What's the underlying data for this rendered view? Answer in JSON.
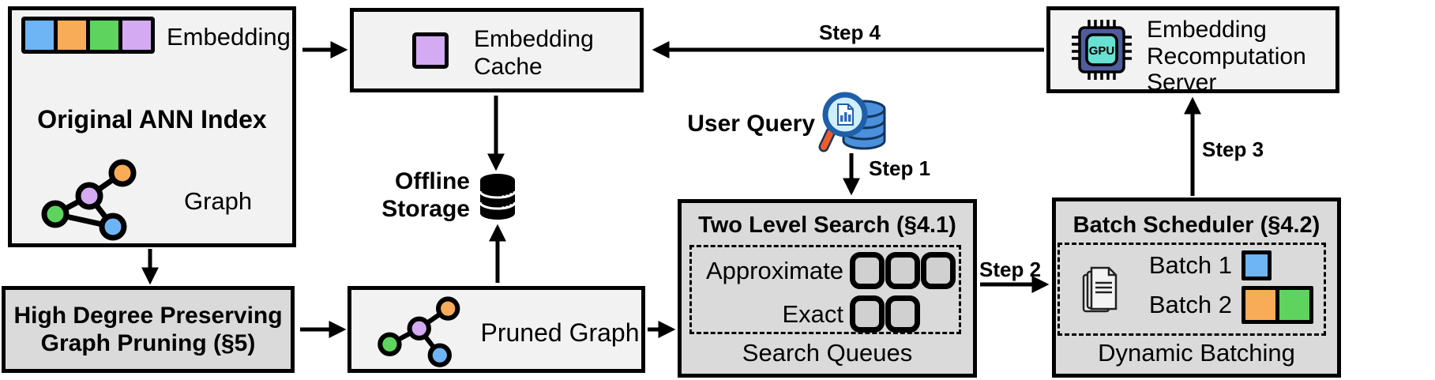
{
  "palette": {
    "box_light": "#f2f2f2",
    "box_dark": "#dadada",
    "node_blue": "#6eb5f5",
    "node_orange": "#f8ac57",
    "node_green": "#5ed45e",
    "node_purple": "#d4aaf2",
    "chip_body": "#4f5d9c",
    "chip_core": "#68e0d2",
    "query_db_blue": "#4a90dd",
    "handle_orange": "#f15c2b",
    "queue_square_fill": "#d0d0d0"
  },
  "ann_index": {
    "embedding_label": "Embedding",
    "title": "Original ANN Index",
    "graph_label": "Graph"
  },
  "embedding_cache": {
    "label": "Embedding\nCache"
  },
  "offline_storage": {
    "label": "Offline\nStorage"
  },
  "user_query": {
    "label": "User Query"
  },
  "hdgp": {
    "label": "High Degree Preserving\nGraph Pruning (§5)"
  },
  "pruned_graph": {
    "label": "Pruned Graph"
  },
  "two_level_search": {
    "title": "Two Level Search (§4.1)",
    "approximate_label": "Approximate",
    "exact_label": "Exact",
    "footer": "Search Queues"
  },
  "batch_scheduler": {
    "title": "Batch Scheduler (§4.2)",
    "batch1_label": "Batch 1",
    "batch2_label": "Batch 2",
    "footer": "Dynamic Batching"
  },
  "recomputation_server": {
    "label": "Embedding\nRecomputation\nServer",
    "chip_text": "GPU"
  },
  "steps": {
    "step1": "Step 1",
    "step2": "Step 2",
    "step3": "Step 3",
    "step4": "Step 4"
  }
}
